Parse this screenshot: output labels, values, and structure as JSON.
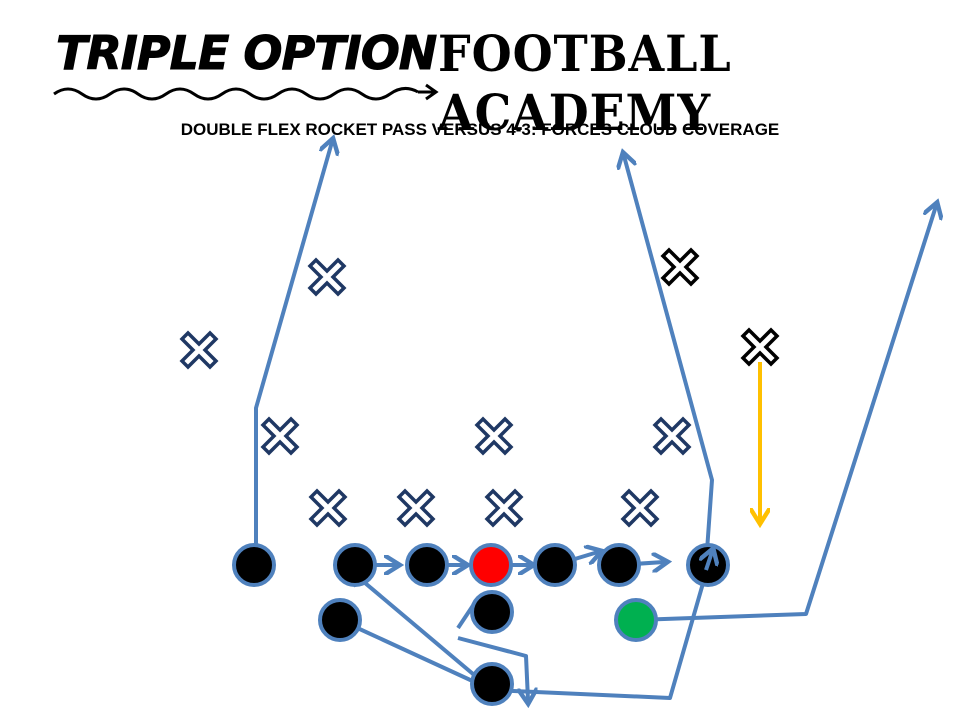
{
  "header": {
    "logo_script": "Triple Option",
    "logo_block": "Football Academy"
  },
  "play_title": "DOUBLE FLEX ROCKET PASS VERSUS 4-3: FORCES CLOUD COVERAGE",
  "colors": {
    "route": "#4f81bd",
    "defender": "#1f3864",
    "key_defender": "#000000",
    "offense": "#000000",
    "quarterback_marker": "#ff0000",
    "ball_carrier": "#00b050",
    "defender_reaction": "#ffc000"
  },
  "icons": {
    "defender": "x-mark-icon",
    "offense": "circle-player-icon",
    "logo_underline": "squiggle-arrow-icon"
  }
}
